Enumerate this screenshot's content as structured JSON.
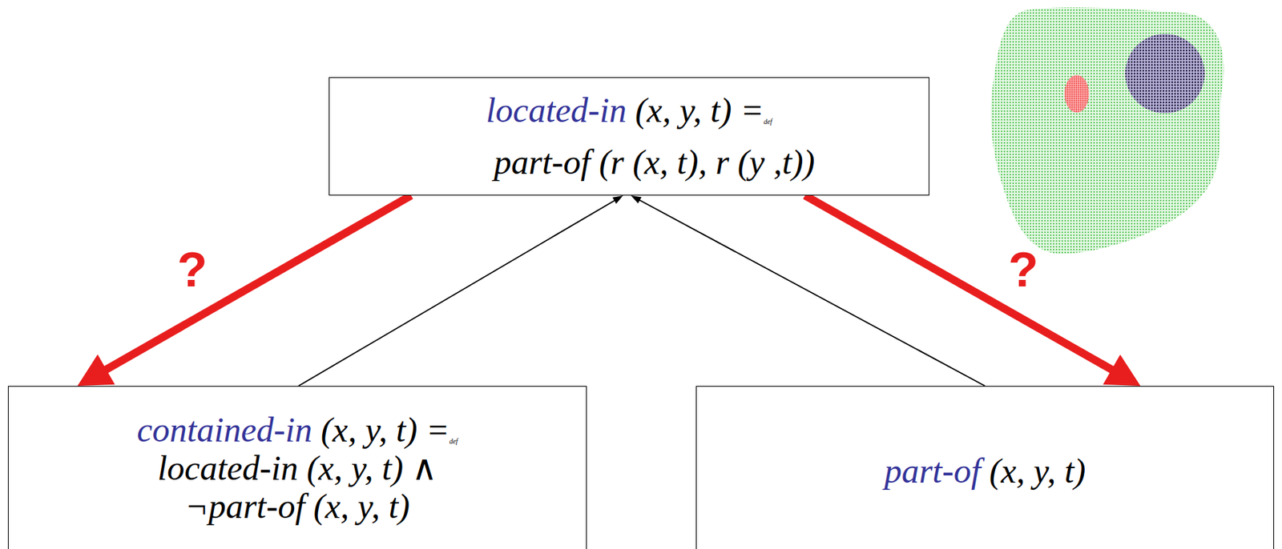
{
  "diagram": {
    "nodes": [
      {
        "text": [
          "located-in",
          "(x, y, t) =",
          "def",
          "part-of (r (x, t), r (y ,t))"
        ]
      },
      {
        "text": [
          "contained-in",
          "(x, y, t) =",
          "def",
          "located-in (x, y, t) ∧ ¬part-of (x, y, t)"
        ]
      },
      {
        "text": [
          "part-of",
          "(x, y, t)"
        ]
      }
    ],
    "edges": [
      {
        "from": 1,
        "to": 0,
        "arrow": "to"
      },
      {
        "from": 2,
        "to": 0,
        "arrow": "to"
      },
      {
        "from": 0,
        "to": 1,
        "arrow": "to",
        "label": "?"
      },
      {
        "from": 0,
        "to": 2,
        "arrow": "to",
        "label": "?"
      }
    ]
  }
}
